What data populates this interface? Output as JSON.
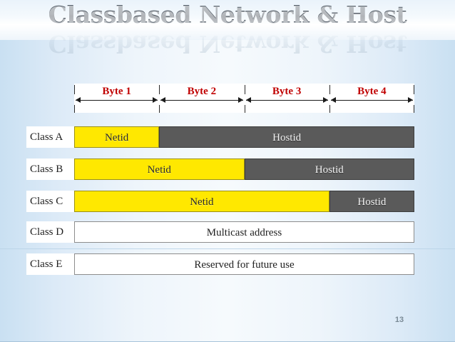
{
  "slide": {
    "title": "Classbased Network & Host",
    "number": "13",
    "accent_red": "#c00000",
    "netid_color": "#ffe800",
    "hostid_color": "#5a5a5a",
    "background": "#e9f3fb"
  },
  "byte_header": {
    "bytes": [
      {
        "label": "Byte 1"
      },
      {
        "label": "Byte 2"
      },
      {
        "label": "Byte 3"
      },
      {
        "label": "Byte 4"
      }
    ]
  },
  "rows": [
    {
      "class_label": "Class A",
      "segments": [
        {
          "text": "Netid",
          "kind": "netid",
          "bytes": 1
        },
        {
          "text": "Hostid",
          "kind": "hostid",
          "bytes": 3
        }
      ]
    },
    {
      "class_label": "Class B",
      "segments": [
        {
          "text": "Netid",
          "kind": "netid",
          "bytes": 2
        },
        {
          "text": "Hostid",
          "kind": "hostid",
          "bytes": 2
        }
      ]
    },
    {
      "class_label": "Class C",
      "segments": [
        {
          "text": "Netid",
          "kind": "netid",
          "bytes": 3
        },
        {
          "text": "Hostid",
          "kind": "hostid",
          "bytes": 1
        }
      ]
    },
    {
      "class_label": "Class D",
      "segments": [
        {
          "text": "Multicast address",
          "kind": "plain",
          "bytes": 4
        }
      ]
    },
    {
      "class_label": "Class E",
      "segments": [
        {
          "text": "Reserved for future use",
          "kind": "plain",
          "bytes": 4
        }
      ]
    }
  ]
}
